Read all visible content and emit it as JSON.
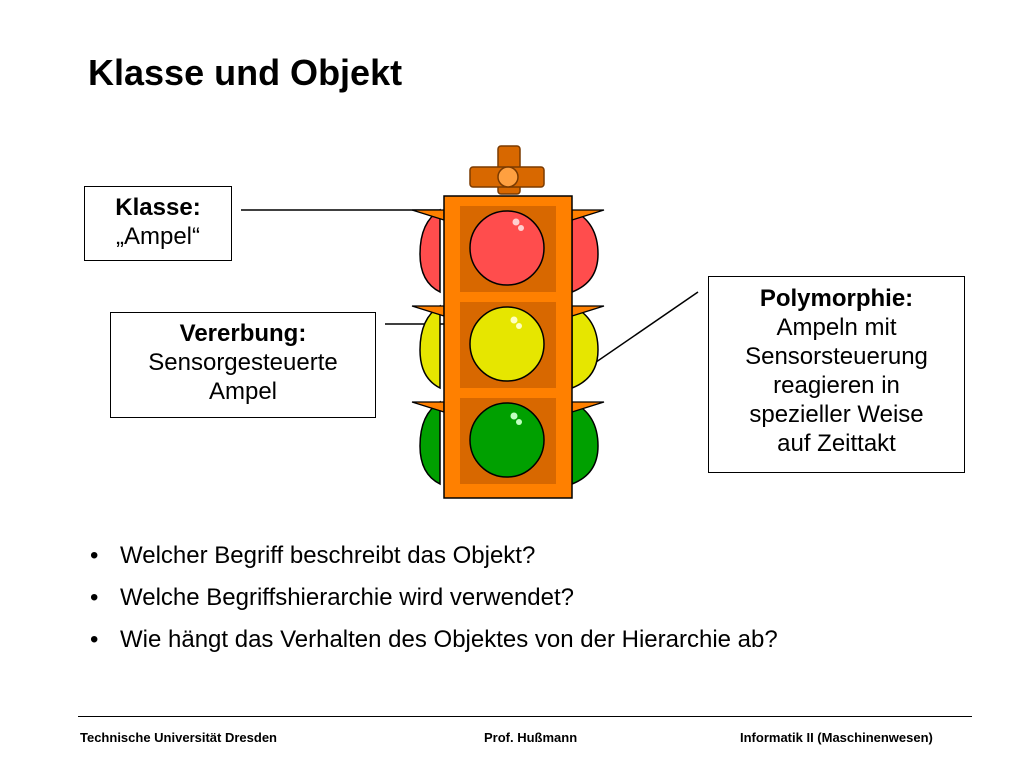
{
  "slide": {
    "title": "Klasse und Objekt"
  },
  "callouts": {
    "klasse": {
      "heading": "Klasse:",
      "lines": [
        "„Ampel“"
      ]
    },
    "vererbung": {
      "heading": "Vererbung:",
      "lines": [
        "Sensorgesteuerte",
        "Ampel"
      ]
    },
    "polymorphie": {
      "heading": "Polymorphie:",
      "lines": [
        "Ampeln mit",
        "Sensorsteuerung",
        "reagieren in",
        "spezieller Weise",
        "auf Zeittakt"
      ]
    }
  },
  "bullets": [
    "Welcher Begriff beschreibt das Objekt?",
    "Welche Begriffshierarchie wird verwendet?",
    "Wie hängt das Verhalten des Objektes von der Hierarchie ab?"
  ],
  "bullet_symbol": "•",
  "footer": {
    "left": "Technische Universität Dresden",
    "center": "Prof. Hußmann",
    "right": "Informatik II (Maschinenwesen)"
  },
  "colors": {
    "housing": "#ff8000",
    "housing_dark": "#d86800",
    "red_light": "#ff4d4d",
    "yellow_light": "#e6e600",
    "green_light": "#00a000"
  }
}
